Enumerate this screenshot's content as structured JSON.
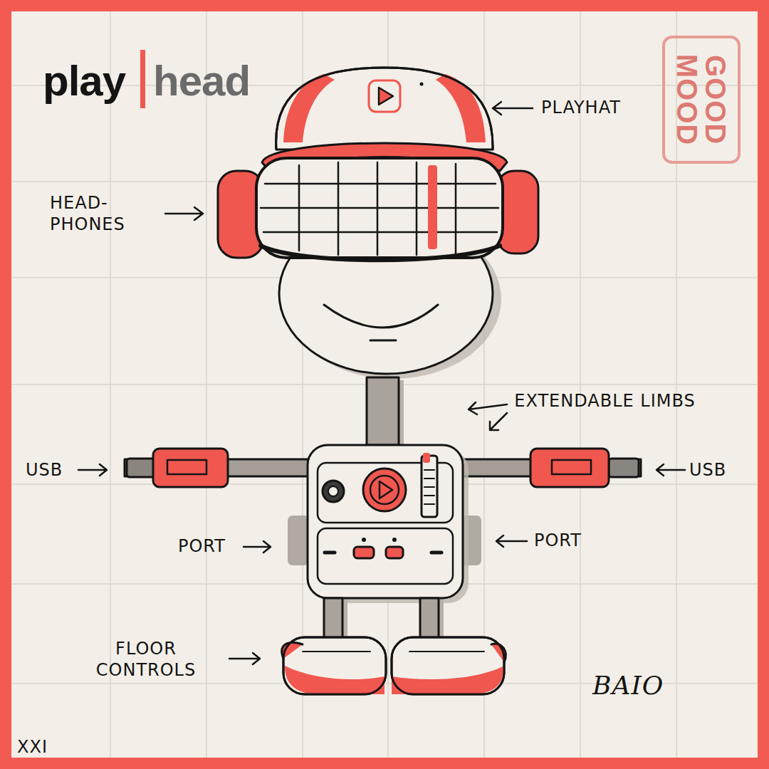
{
  "diagram": {
    "nodes": [
      {
        "text": [
          "GOOD MOOD"
        ]
      }
    ],
    "labels": [
      "play",
      "head",
      "PLAYHAT",
      "HEAD- PHONES",
      "EXTENDABLE LIMBS",
      "USB",
      "USB",
      "PORT",
      "PORT",
      "FLOOR CONTROLS",
      "BAIO",
      "XXI"
    ]
  }
}
